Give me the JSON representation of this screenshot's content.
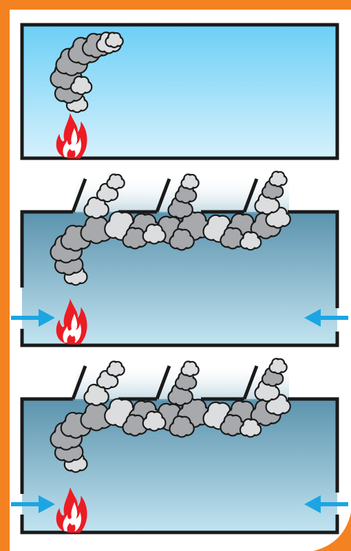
{
  "colors": {
    "frame_orange": "#f58220",
    "sky_top": "#6ccff6",
    "sky_bottom": "#d6f1fc",
    "room_dark": "#5b93ad",
    "room_light": "#c2e4f1",
    "outline": "#1a1a1a",
    "smoke_dark": "#a7a9ac",
    "smoke_light": "#dcddde",
    "flame_red": "#ed1c24",
    "flame_white": "#ffffff",
    "arrow_blue": "#1ba6e3"
  },
  "panels": [
    {
      "id": "closed-room",
      "vents_open": false,
      "inflow_arrows": false
    },
    {
      "id": "vented-room-a",
      "vents_open": true,
      "inflow_arrows": true
    },
    {
      "id": "vented-room-b",
      "vents_open": true,
      "inflow_arrows": true
    }
  ]
}
